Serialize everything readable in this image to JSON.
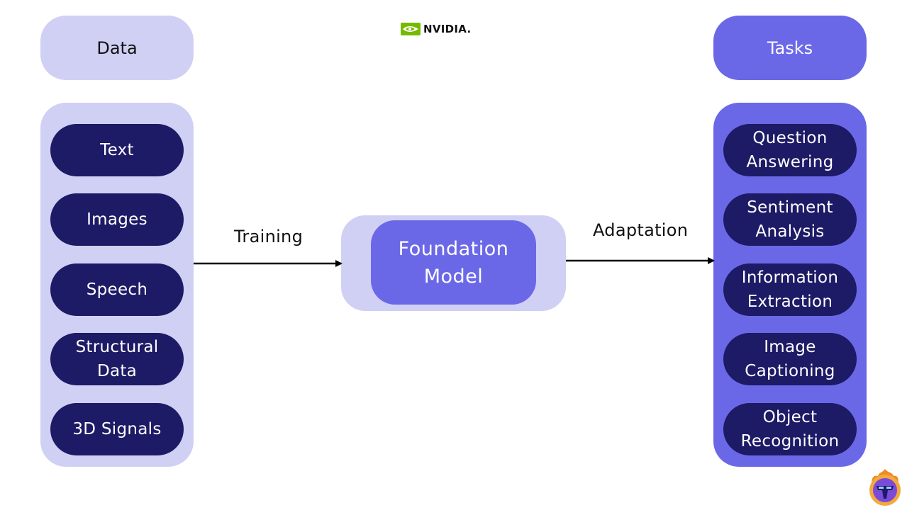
{
  "data_column": {
    "header": "Data",
    "items": [
      "Text",
      "Images",
      "Speech",
      "Structural\nData",
      "3D Signals"
    ]
  },
  "tasks_column": {
    "header": "Tasks",
    "items": [
      "Question\nAnswering",
      "Sentiment\nAnalysis",
      "Information\nExtraction",
      "Image\nCaptioning",
      "Object\nRecognition"
    ]
  },
  "center": {
    "label": "Foundation\nModel"
  },
  "edges": {
    "training": "Training",
    "adaptation": "Adaptation"
  },
  "logo": {
    "brand": "NVIDIA."
  },
  "icons": {
    "logo": "nvidia-eye-icon",
    "badge": "mascot-badge-icon"
  },
  "colors": {
    "light_lavender": "#d0d0f5",
    "periwinkle": "#6b68e8",
    "dark_navy": "#1d1a66",
    "nvidia_green": "#76b900"
  }
}
